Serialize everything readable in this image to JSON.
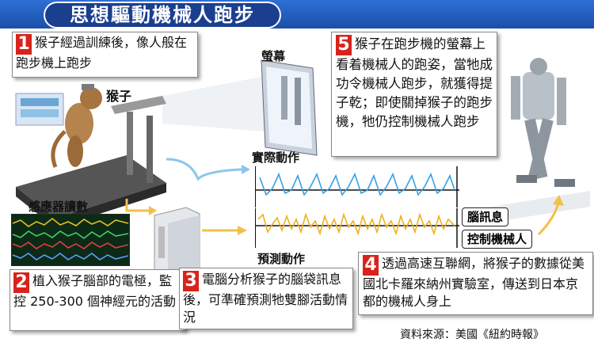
{
  "title": "思想驅動機械人跑步",
  "labels": {
    "monkey": "猴子",
    "screen": "螢幕",
    "sensor": "感應器讀數",
    "actual": "實際動作",
    "predicted": "預測動作",
    "brain_signal": "腦訊息",
    "control_robot": "控制機械人"
  },
  "steps": [
    {
      "num": "1",
      "text": "猴子經過訓練後，像人般在跑步機上跑步"
    },
    {
      "num": "2",
      "text": "植入猴子腦部的電極，監控 250-300 個神經元的活動"
    },
    {
      "num": "3",
      "text": "電腦分析猴子的腦袋訊息後，可準確預測牠雙腳活動情況"
    },
    {
      "num": "4",
      "text": "透過高速互聯網，將猴子的數據從美國北卡羅來納州實驗室，傳送到日本京都的機械人身上"
    },
    {
      "num": "5",
      "text": "猴子在跑步機的螢幕上看着機械人的跑姿，當牠成功令機械人跑步，就獲得提子乾；即使關掉猴子的跑步機，牠仍控制機械人跑步"
    }
  ],
  "source": "資料來源：美國《紐約時報》",
  "colors": {
    "actual": "#3aa0e0",
    "predicted": "#f0b020",
    "accent": "#d8231c",
    "title_bg": "#1b3f8f"
  }
}
